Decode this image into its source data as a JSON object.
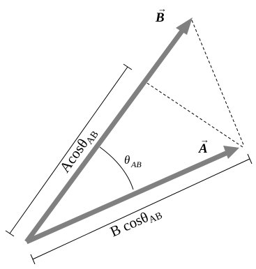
{
  "diagram": {
    "vector_b": {
      "name": "B",
      "arrow": "→"
    },
    "vector_a": {
      "name": "A",
      "arrow": "→"
    },
    "projection_a_on_b": {
      "prefix": "Acos",
      "theta": "θ",
      "subscript": "AB"
    },
    "projection_b_on_a": {
      "prefix": "B cos",
      "theta": "θ",
      "subscript": "AB"
    },
    "angle_label": {
      "theta": "θ",
      "subscript": "AB"
    },
    "colors": {
      "vector": "#808080",
      "lines": "#000000",
      "dashed": "#000000"
    }
  }
}
